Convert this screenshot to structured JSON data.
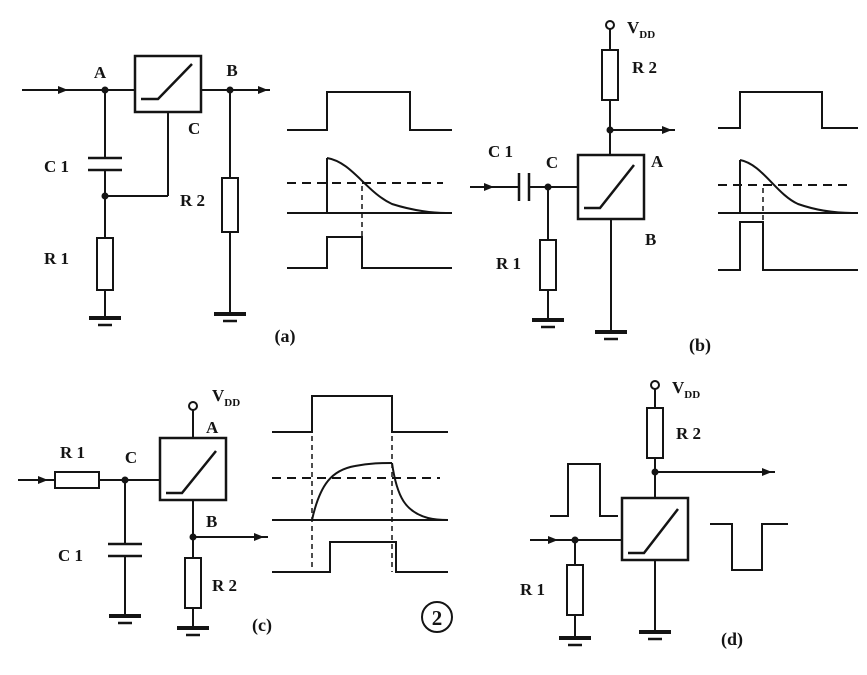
{
  "colors": {
    "ink": "#141414",
    "bg": "#ffffff"
  },
  "figure_mark": "2",
  "panel_a": {
    "caption": "(a)",
    "node_a": "A",
    "node_b": "B",
    "node_c": "C",
    "cap": "C 1",
    "res1": "R 1",
    "res2": "R 2"
  },
  "panel_b": {
    "caption": "(b)",
    "node_a": "A",
    "node_b": "B",
    "node_c": "C",
    "cap": "C 1",
    "res1": "R 1",
    "res2": "R 2",
    "vdd_main": "V",
    "vdd_sub": "DD"
  },
  "panel_c": {
    "caption": "(c)",
    "node_a": "A",
    "node_b": "B",
    "node_c": "C",
    "cap": "C 1",
    "res1": "R 1",
    "res2": "R 2",
    "vdd_main": "V",
    "vdd_sub": "DD"
  },
  "panel_d": {
    "caption": "(d)",
    "res1": "R 1",
    "res2": "R 2",
    "vdd_main": "V",
    "vdd_sub": "DD"
  }
}
